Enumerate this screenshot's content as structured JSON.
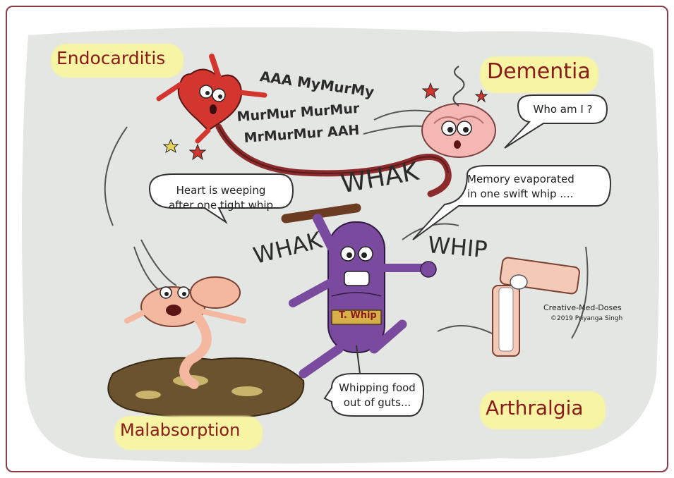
{
  "labels": {
    "endocarditis": "Endocarditis",
    "dementia": "Dementia",
    "malabsorption": "Malabsorption",
    "arthralgia": "Arthralgia"
  },
  "bubbles": {
    "who_am_i": "Who am I ?",
    "heart_line1": "Heart is weeping",
    "heart_line2": "after one tight whip",
    "memory_line1": "Memory evaporated",
    "memory_line2": "in one swift whip ....",
    "food_line1": "Whipping food",
    "food_line2": "out of guts..."
  },
  "sound_effects": {
    "scream1": "AAA MyMurMy",
    "scream2": "MurMur MurMur",
    "scream3": "MrMurMur AAH",
    "whak_top": "WHAK",
    "whak_left": "WHAK",
    "whip": "WHIP"
  },
  "character": {
    "belt_label": "T. Whip"
  },
  "credits": {
    "brand": "Creative-Med-Doses",
    "copyright": "©2019 Priyanga Singh"
  },
  "colors": {
    "label_text": "#8b1a1a",
    "highlight": "#f7f4a3",
    "background": "#e4e6e3",
    "frame_border": "#8c3b4a",
    "bacterium": "#7a4a9e",
    "whip": "#8c2b2b",
    "heart": "#d3362e",
    "brain": "#f4b7b4"
  }
}
